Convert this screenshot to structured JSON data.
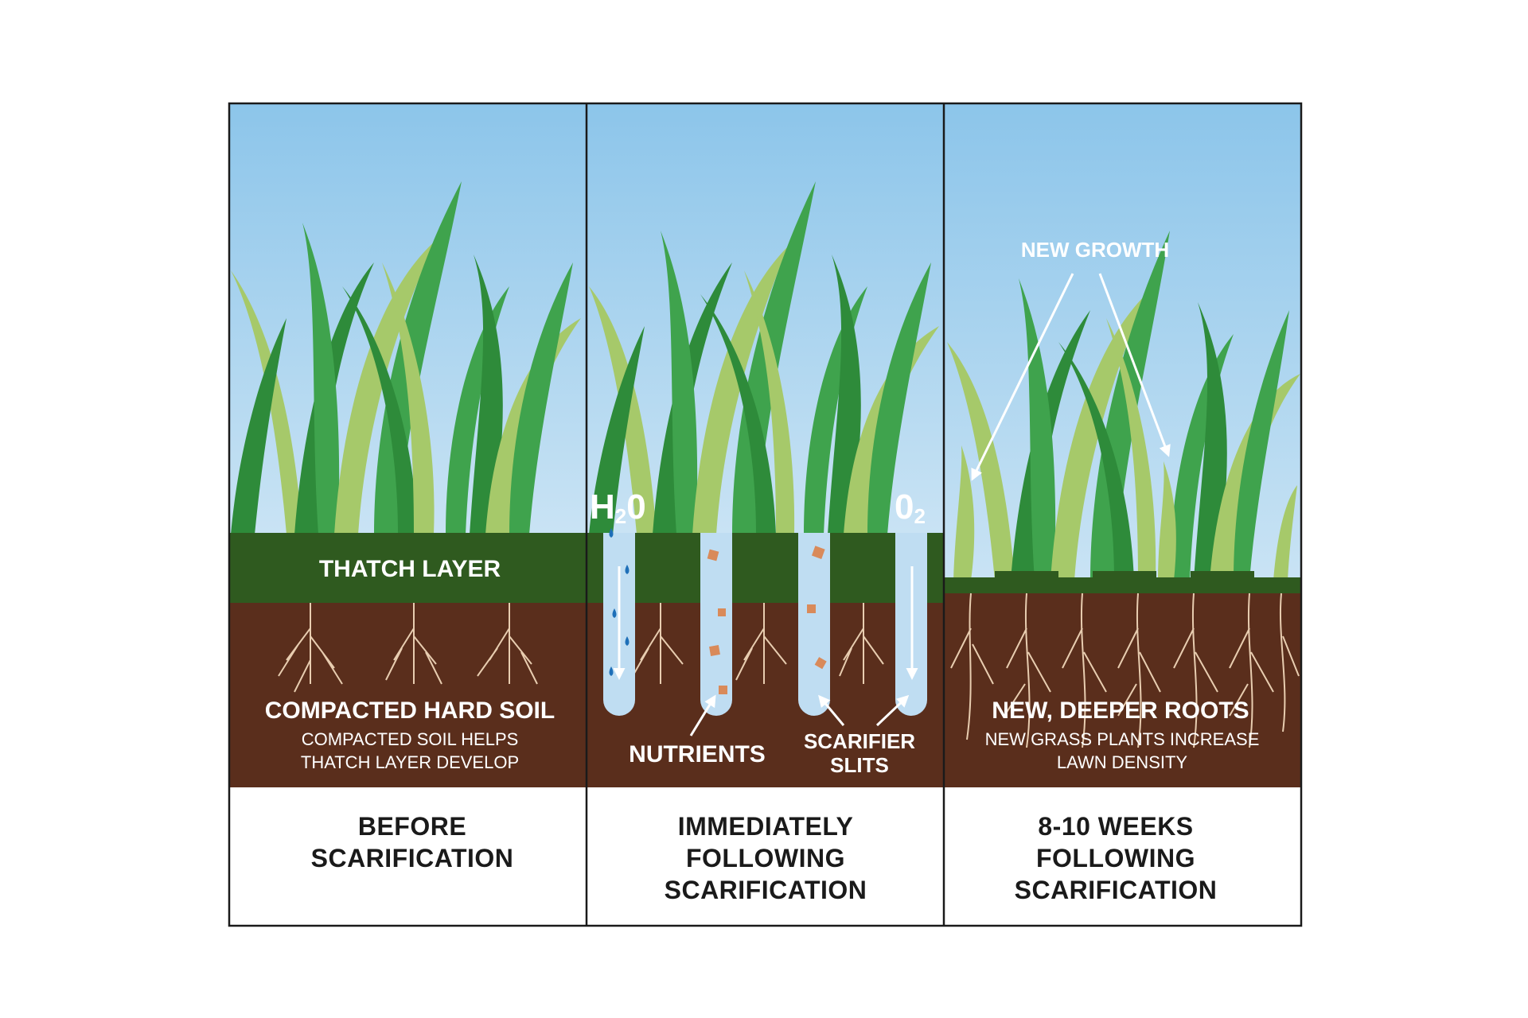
{
  "diagram": {
    "panels": [
      {
        "title_lines": [
          "BEFORE",
          "SCARIFICATION"
        ],
        "thatch_label": "THATCH LAYER",
        "soil_label": "COMPACTED HARD SOIL",
        "soil_note_lines": [
          "COMPACTED SOIL HELPS",
          "THATCH LAYER DEVELOP"
        ]
      },
      {
        "title_lines": [
          "IMMEDIATELY",
          "FOLLOWING",
          "SCARIFICATION"
        ],
        "water_symbol": "H",
        "water_sub": "2",
        "water_tail": "0",
        "oxygen_symbol": "0",
        "oxygen_sub": "2",
        "nutrients_label": "NUTRIENTS",
        "slits_label_lines": [
          "SCARIFIER",
          "SLITS"
        ]
      },
      {
        "title_lines": [
          "8-10 WEEKS",
          "FOLLOWING",
          "SCARIFICATION"
        ],
        "growth_label": "NEW GROWTH",
        "roots_label": "NEW, DEEPER ROOTS",
        "roots_note_lines": [
          "NEW GRASS PLANTS INCREASE",
          "LAWN DENSITY"
        ]
      }
    ],
    "colors": {
      "sky_top": "#8CC5EA",
      "sky_bottom": "#C9E3F4",
      "thatch": "#2F5A1F",
      "soil": "#5A2E1C",
      "soil_speckle": "#6B3A26",
      "grass_dark": "#2E8B3A",
      "grass_mid": "#3FA34D",
      "grass_light": "#A6C96A",
      "roots": "#E8CDB0",
      "slit": "#BFDDF2",
      "water_drop": "#1E6FB8",
      "nutrient": "#D98A5A",
      "border": "#1a1a1a"
    }
  }
}
